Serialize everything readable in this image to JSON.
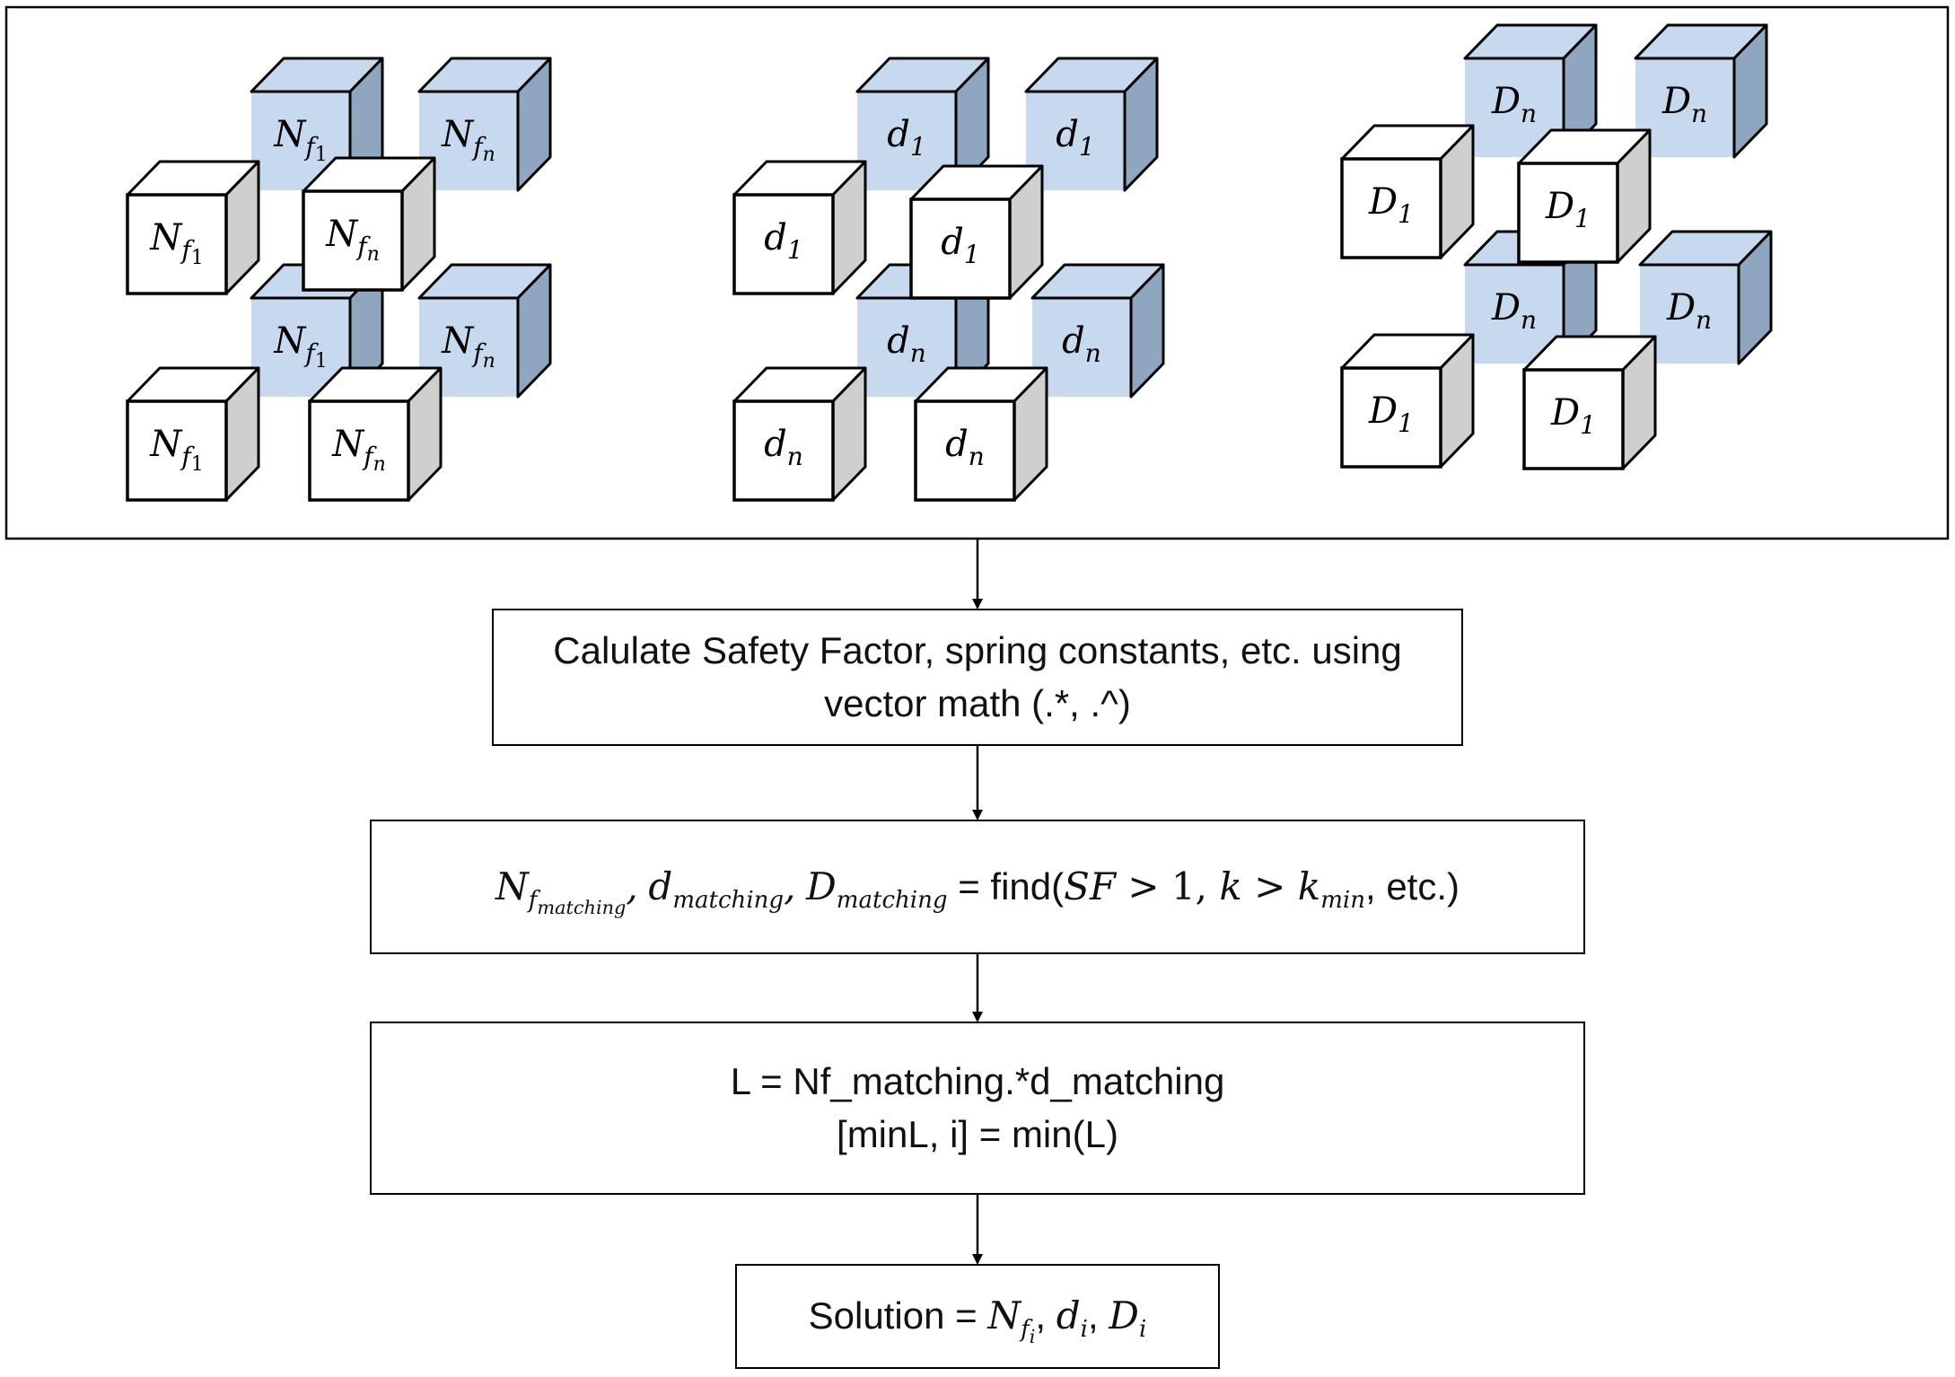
{
  "colors": {
    "front_white": "#ffffff",
    "side_gray": "#cfcfcf",
    "top_white": "#ffffff",
    "front_blue": "#c6d9ee",
    "side_blue": "#8ea6bf",
    "top_blue": "#c6d9ee",
    "stroke": "#000000"
  },
  "cube_groups": [
    {
      "name": "Nf",
      "back_labels": [
        "N_f1",
        "N_fn",
        "N_f1",
        "N_fn"
      ],
      "front_labels": [
        "N_f1",
        "N_fn",
        "N_f1",
        "N_fn"
      ]
    },
    {
      "name": "d",
      "back_labels": [
        "d_1",
        "d_1",
        "d_n",
        "d_n"
      ],
      "front_labels": [
        "d_1",
        "d_1",
        "d_n",
        "d_n"
      ]
    },
    {
      "name": "D",
      "back_labels": [
        "D_n",
        "D_n",
        "D_n",
        "D_n"
      ],
      "front_labels": [
        "D_1",
        "D_1",
        "D_1",
        "D_1"
      ]
    }
  ],
  "steps": {
    "step1": {
      "line1": "Calulate Safety Factor, spring constants, etc. using",
      "line2": "vector math (.*, .^)"
    },
    "step2": {
      "nf": "N",
      "nf_sub": "f",
      "nf_subsub": "matching",
      "d": "d",
      "d_sub": "matching",
      "D": "D",
      "D_sub": "matching",
      "comma": ",",
      "eq": " = find(",
      "sf": "SF",
      "gt1": " > 1,  ",
      "k": "k",
      "gt2": " > ",
      "kmin": "k",
      "kmin_sub": "min",
      "tail": ", etc.)"
    },
    "step3": {
      "line1": "L = Nf_matching.*d_matching",
      "line2": "[minL, i] = min(L)"
    },
    "step4": {
      "prefix": "Solution = ",
      "nf": "N",
      "nf_sub": "f",
      "nf_subsub": "i",
      "d": "d",
      "d_sub": "i",
      "D": "D",
      "D_sub": "i",
      "comma": ", "
    }
  }
}
